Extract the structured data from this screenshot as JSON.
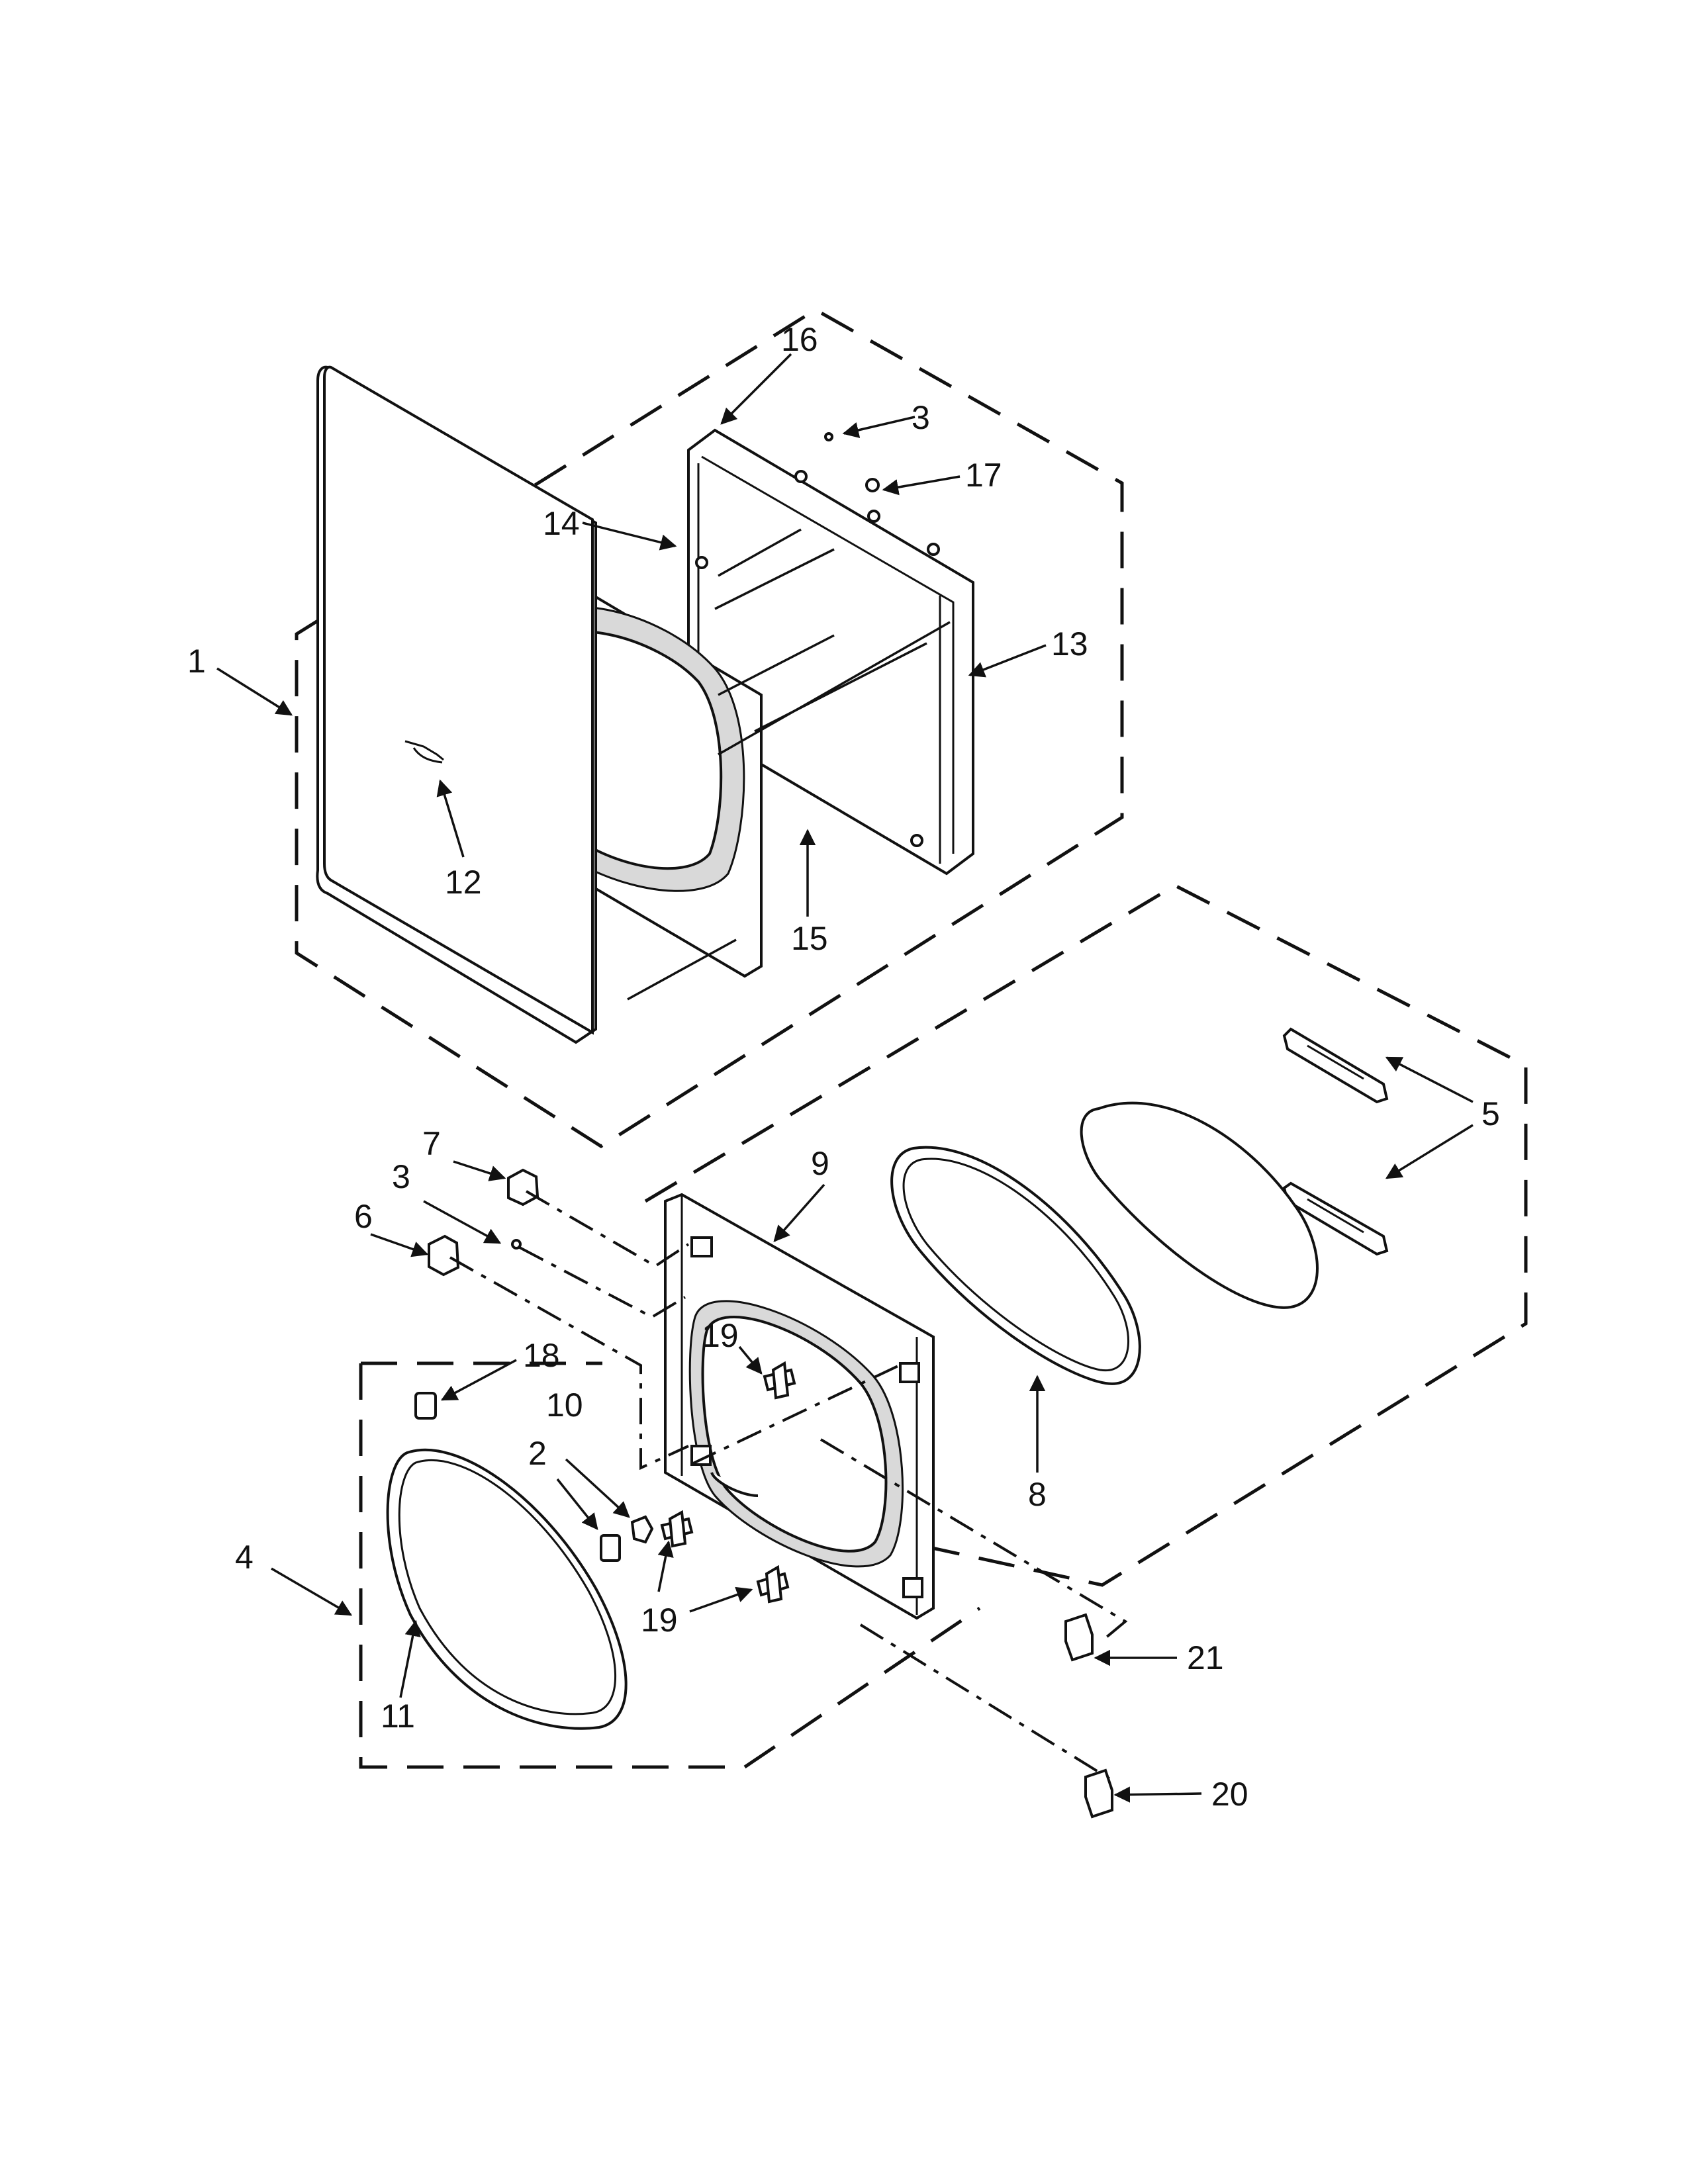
{
  "callouts": [
    {
      "id": "1",
      "text": "1"
    },
    {
      "id": "2",
      "text": "2"
    },
    {
      "id": "3a",
      "text": "3"
    },
    {
      "id": "3b",
      "text": "3"
    },
    {
      "id": "4",
      "text": "4"
    },
    {
      "id": "5",
      "text": "5"
    },
    {
      "id": "6",
      "text": "6"
    },
    {
      "id": "7",
      "text": "7"
    },
    {
      "id": "8",
      "text": "8"
    },
    {
      "id": "9",
      "text": "9"
    },
    {
      "id": "10",
      "text": "10"
    },
    {
      "id": "11",
      "text": "11"
    },
    {
      "id": "12",
      "text": "12"
    },
    {
      "id": "13",
      "text": "13"
    },
    {
      "id": "14",
      "text": "14"
    },
    {
      "id": "15",
      "text": "15"
    },
    {
      "id": "16",
      "text": "16"
    },
    {
      "id": "17",
      "text": "17"
    },
    {
      "id": "18",
      "text": "18"
    },
    {
      "id": "19a",
      "text": "19"
    },
    {
      "id": "19b",
      "text": "19"
    },
    {
      "id": "19c",
      "text": "19"
    },
    {
      "id": "20",
      "text": "20"
    },
    {
      "id": "21",
      "text": "21"
    }
  ]
}
